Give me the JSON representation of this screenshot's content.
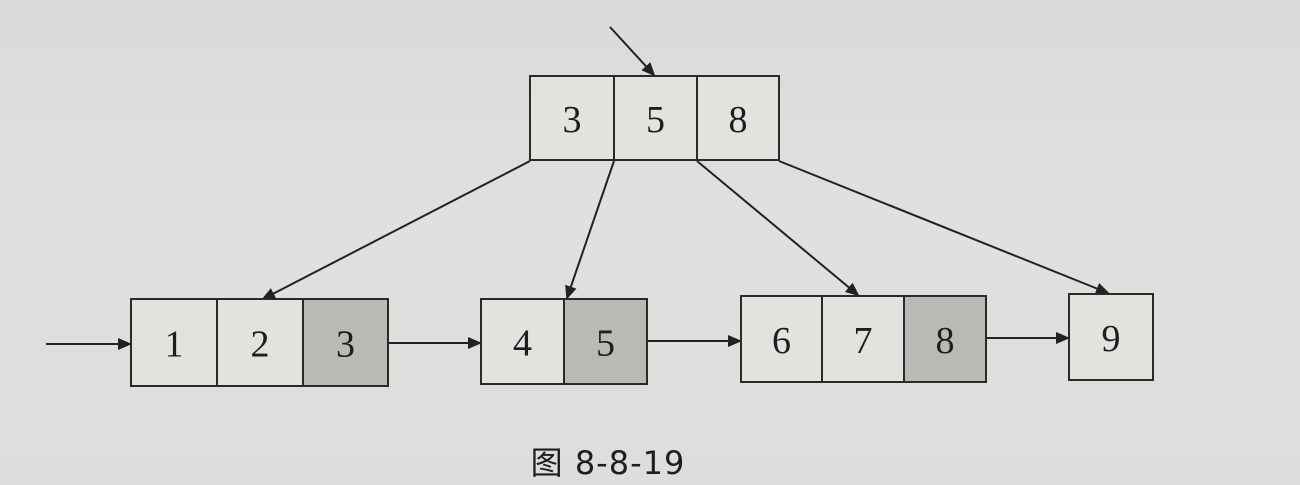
{
  "root": {
    "keys": [
      "3",
      "5",
      "8"
    ]
  },
  "leaves": [
    {
      "keys": [
        "1",
        "2",
        "3"
      ],
      "shaded": [
        false,
        false,
        true
      ]
    },
    {
      "keys": [
        "4",
        "5"
      ],
      "shaded": [
        false,
        true
      ]
    },
    {
      "keys": [
        "6",
        "7",
        "8"
      ],
      "shaded": [
        false,
        false,
        true
      ]
    },
    {
      "keys": [
        "9"
      ],
      "shaded": [
        false
      ]
    }
  ],
  "caption": "图 8-8-19"
}
